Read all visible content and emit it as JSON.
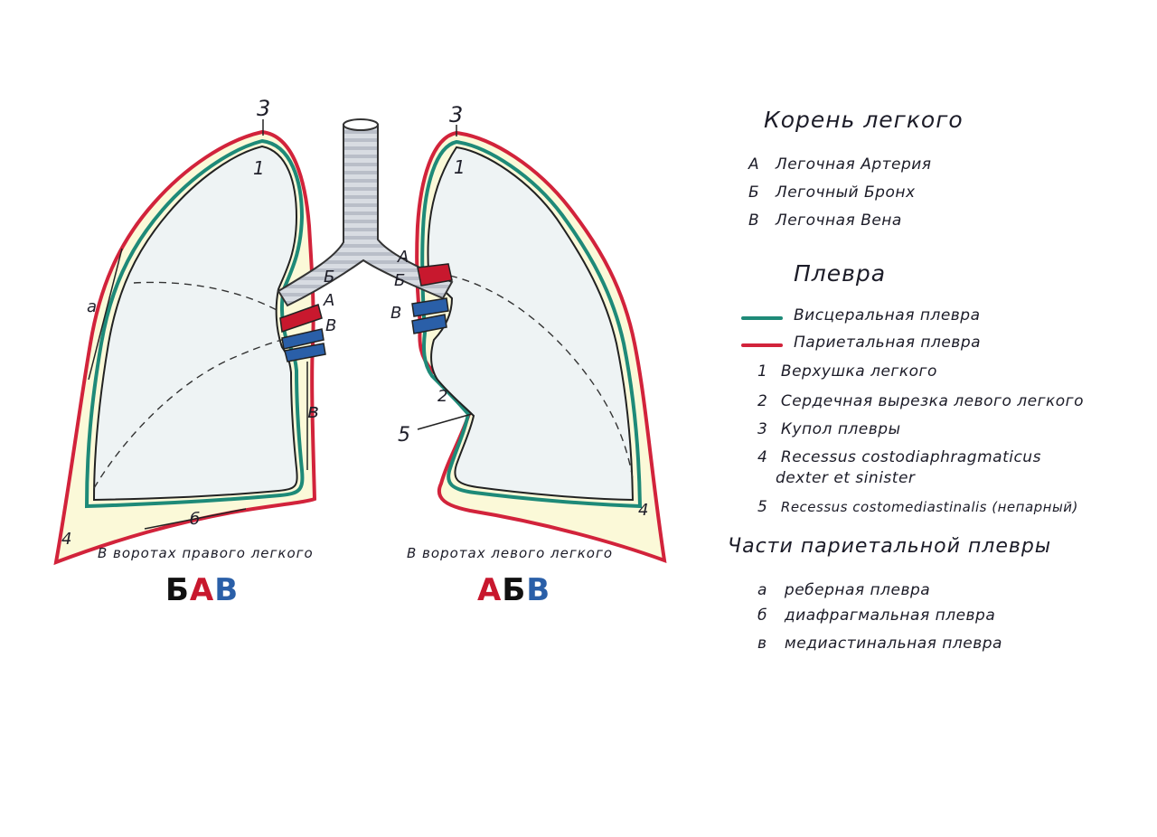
{
  "colors": {
    "visceral": "#1e8a78",
    "parietal": "#d2233b",
    "artery": "#c8182e",
    "vein": "#2a5fa8",
    "bronchus": "#c7ccd4",
    "lung_fill": "#eef3f4",
    "cavity_fill": "#fbf9d8"
  },
  "left_diagram": {
    "caption": "В воротах правого легкого",
    "order_letters": [
      {
        "char": "Б",
        "color": "#111111"
      },
      {
        "char": "А",
        "color": "#c8182e"
      },
      {
        "char": "В",
        "color": "#2a5fa8"
      }
    ],
    "labels": {
      "top_number": "3",
      "apex_number": "1",
      "recess_number": "4",
      "costal": "а",
      "diaphragmatic": "б",
      "mediastinal": "в",
      "bronchus": "Б",
      "artery": "А",
      "vein": "В"
    }
  },
  "right_diagram": {
    "caption": "В воротах левого легкого",
    "order_letters": [
      {
        "char": "А",
        "color": "#c8182e"
      },
      {
        "char": "Б",
        "color": "#111111"
      },
      {
        "char": "В",
        "color": "#2a5fa8"
      }
    ],
    "labels": {
      "top_number": "3",
      "apex_number": "1",
      "recess_number": "4",
      "cardiac_notch_number": "2",
      "mediastinal_recess_number": "5",
      "bronchus": "Б",
      "artery": "А",
      "vein": "В"
    }
  },
  "legend": {
    "root_heading": "Корень легкого",
    "root_items": [
      {
        "mark": "А",
        "text": "Легочная Артерия"
      },
      {
        "mark": "Б",
        "text": "Легочный Бронх"
      },
      {
        "mark": "В",
        "text": "Легочная Вена"
      }
    ],
    "pleura_heading": "Плевра",
    "line_items": [
      {
        "text": "Висцеральная плевра",
        "color_key": "visceral"
      },
      {
        "text": "Париетальная плевра",
        "color_key": "parietal"
      }
    ],
    "numbered_items": [
      {
        "mark": "1",
        "text": "Верхушка легкого"
      },
      {
        "mark": "2",
        "text": "Сердечная вырезка левого легкого"
      },
      {
        "mark": "3",
        "text": "Купол плевры"
      },
      {
        "mark": "4",
        "text": "Recessus costodiaphragmaticus"
      },
      {
        "mark": "",
        "text": "dexter et sinister"
      },
      {
        "mark": "5",
        "text": "Recessus costomediastinalis (непарный)"
      }
    ],
    "parts_heading": "Части париетальной плевры",
    "parts_items": [
      {
        "mark": "а",
        "text": "реберная плевра"
      },
      {
        "mark": "б",
        "text": "диафрагмальная плевра"
      },
      {
        "mark": "в",
        "text": "медиастинальная плевра"
      }
    ]
  }
}
